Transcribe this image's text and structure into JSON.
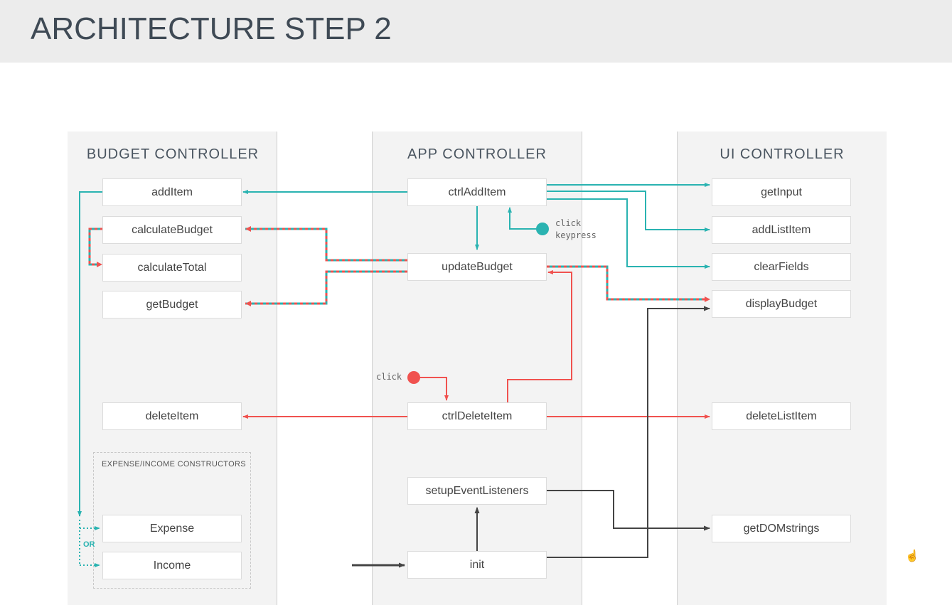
{
  "header": {
    "title": "ARCHITECTURE STEP 2"
  },
  "columns": {
    "budget": "BUDGET CONTROLLER",
    "app": "APP CONTROLLER",
    "ui": "UI CONTROLLER"
  },
  "budget_boxes": {
    "add_item": "addItem",
    "calculate_budget": "calculateBudget",
    "calculate_total": "calculateTotal",
    "get_budget": "getBudget",
    "delete_item": "deleteItem",
    "expense": "Expense",
    "income": "Income"
  },
  "constructors_label": "EXPENSE/INCOME CONSTRUCTORS",
  "app_boxes": {
    "ctrl_add_item": "ctrlAddItem",
    "update_budget": "updateBudget",
    "ctrl_delete_item": "ctrlDeleteItem",
    "setup_event_listeners": "setupEventListeners",
    "init": "init"
  },
  "ui_boxes": {
    "get_input": "getInput",
    "add_list_item": "addListItem",
    "clear_fields": "clearFields",
    "display_budget": "displayBudget",
    "delete_list_item": "deleteListItem",
    "get_dom_strings": "getDOMstrings"
  },
  "events": {
    "click_keypress_1": "click",
    "click_keypress_2": "keypress",
    "click_delete": "click"
  },
  "or_label": "OR",
  "colors": {
    "teal": "#2ab3b1",
    "red": "#f0524f",
    "dark": "#444444"
  },
  "icons": {
    "cursor": "hand-cursor-icon"
  }
}
